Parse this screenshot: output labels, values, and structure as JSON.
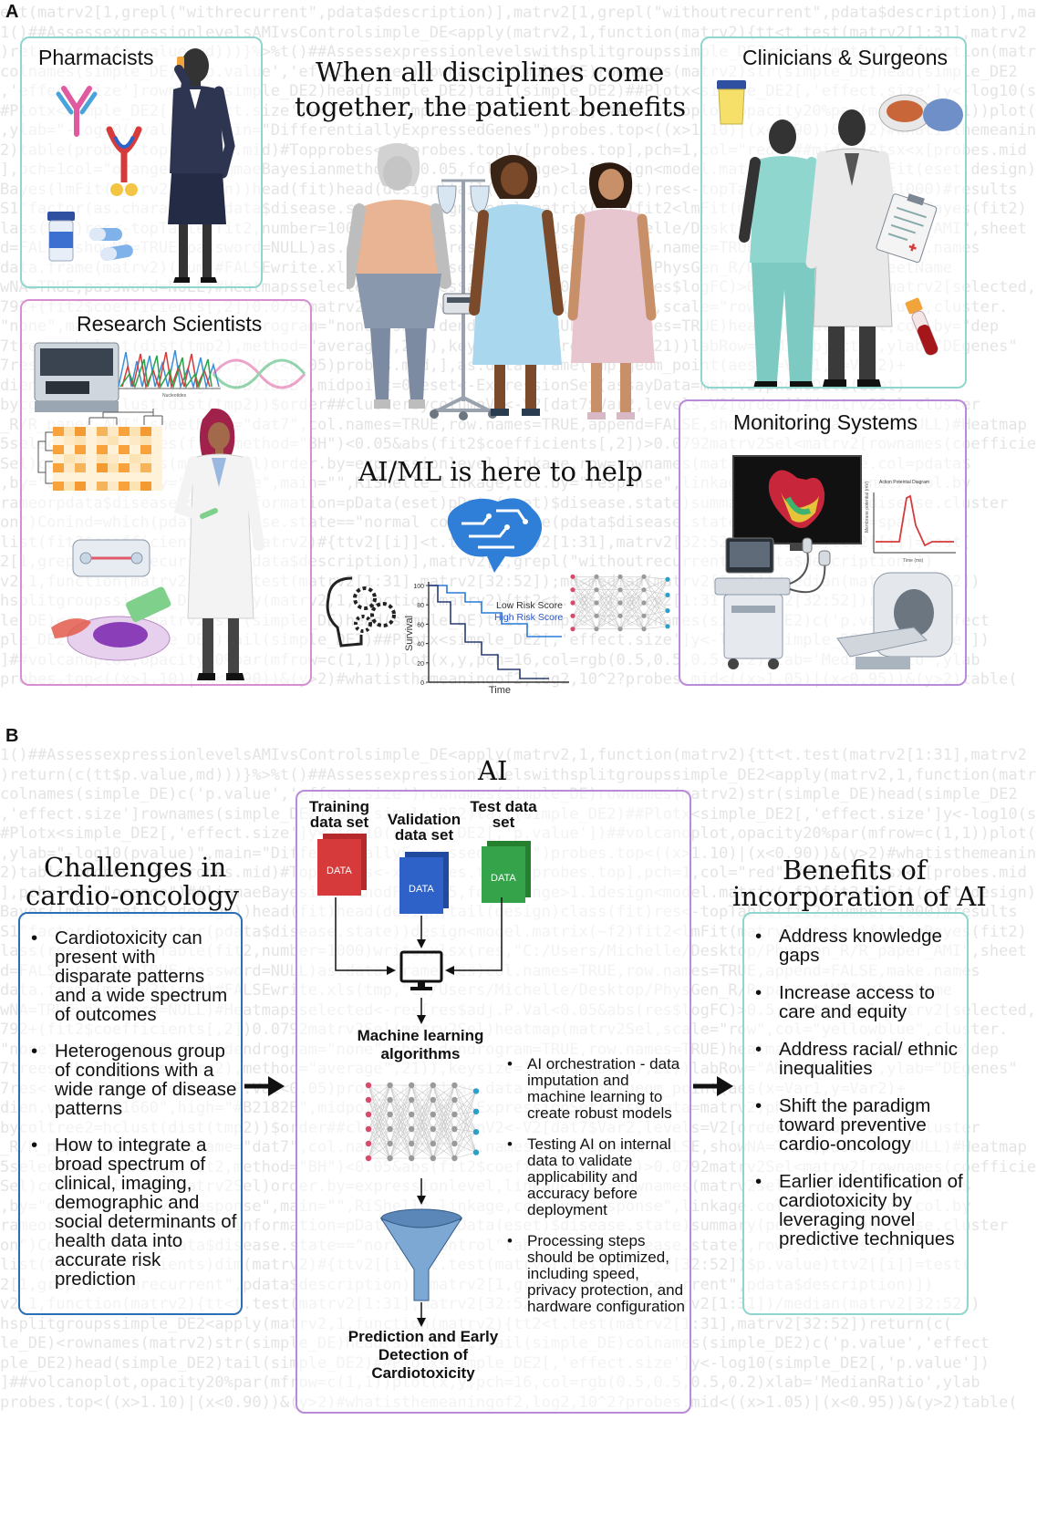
{
  "background_code": [
    "est(matrv2[1,grepl(\"withrecurrent\",pdata$description)],matrv2[1,grepl(\"withoutrecurrent\",pdata$description)],matrv2[1,grepl",
    "1()##AssessexpressionlevelsAMIvsControlsimple_DE<apply(matrv2,1,function(matrv2){tt<t.test(matrv2[1:31],matrv2",
    ")return(c(tt$p.value,md)))}%>%t()##Assessexpressionlevelswithsplitgroupssimple_DE2<apply(matrv2,1,function(matr",
    "colnames(simple_DE)c('p.value','effect.size')rownames(simple_DE)rownames(matrv2)str(simple_DE)head(simple_DE2",
    ",'effect.size']rownames(simple_DE2)head(simple_DE2)tail(simple_DE2)##Plotx<simple_DE2[,'effect.size']y<-log10(si",
    "#Plotx<simple_DE2[,'effect.size']y<-log10(simple_DE2[,'p.value'])##volcanoplot,opacity20%par(mfrow=c(1,1))plot(x",
    ",ylab=\"-log10(pvalue)\",main=\"DifferentiallyExpressedGenes\")probes.top<((x>1.10)|(x<0.90))&(y>2)#whatisthemeaning",
    "2)table(probes.top)probes.mid)#Topprobes<-x[probes.top]y[probes.top],pch=1,col=\"red\")##midpointsx<x[probes.mid",
    "],pch=1col=\"orange\")##limmaeBayesianmethodFDR0.05,foldchange>1.1design<model.matrix(~f2)fit2<lmFit(eset,design)",
    "Bayes(lmFit(matrv2,design))head(fit)head(design)tail(design)class(fit)res<-topTable(fit2,number=1000)#results",
    "S1\"factor(as.character(pdata$disease.state))design<model.matrix(~f2)fit2<lmFit(matrv2,design)fit2<eBayes(fit2)",
    "lass(res)res<-topTable(fit2,number=1000)write.xlsx(res,\"C:/Users/Michelle/Desktop/PhysGen_R/R_paper_AMI\",sheet",
    "d=FALSE,showNA=TRUE,password=NULL)as.data.frame(res)col.names=TRUE,row.names=TRUE,append=FALSE,make.names",
    "data.frame(matrv2)(sum)#FALSEwrite.xls(tmp,\"C:/Users/Michelle/Desktop/PhysGen_R/R_paper_AMI\",sheetName",
    "wNA=TRUE,password=NULL)#Heatmapsselected<-res[res$adj.P.Val<0.05&abs(res$logFC)>0.5,]matrv2sel<matrv2[selected,]",
    "792+(fit2$coefficients[,2])0.0792matrv2Sel(matrv2Sel)heatmap(matrv2Sel,scale=\"row\",col=\"yellowblue\",cluster.",
    "\"none\",main=\"none\",show.dendrogram=\"none\",show.dendrogram=TRUE,row.names=TRUE)heatmap(matrv2sel,col.by=\"dep",
    "7trees<-hclust(dist(tmp2),method=\"average\",21)),keysize=1,margins=c(7,21))labRow=\"AMISubjects\",ylab=\"DEgenes\"",
    "7res<-subset(res,res$adj.P.Val<0.05)probes.mid,],as.data.frame(tmp)geom_point(aes(x=Var1,y=Var2)+",
    "dien.value=\"21660\",high=\"#B2182B\",midpoint=0)eset<-ExpressionSet(assayData=matrv2)phenoData(eset)",
    "bycoltree2=hclust(dist(tmp2))$order##clusterbycolumnV2<-V2[dat7$Var2,levels=V2[order]]#(matrv2Sel,cluster",
    "_R/R_paper_AMI\",sheetName=\"dat7\",col.names=TRUE,row.names=TRUE,append=FALSE,showNA=TRUE,password=NULL)#Heatmap",
    "5selected<-rownames(fit2,method=\"BH\")<0.05&abs(fit2$coefficients[,2])>0.0792matrv2Sel<matrv2[rownames(coefficients",
    "Sel)coln<-colnames(matrv2Sel)order.by=expressionlevel,linkage,row=rownames(matrv2sel),linkage.col=pdata$",
    ",by=\"depth\",col.by=\"response\",main=\"\",RiShelle_linkage,col.by=\"response\",linkage.col=pdata$Gender,col.by",
    "rameorpdata$disease.stateinformation=pData(eset)pData(eset)$disease.state)summary(pdata)pdatadisease.cluster",
    "on\")Conind=which(pdata$disease.state==\"normal control\"table(pdata$disease.state),rows,columns=spar",
    "list(fit2$coefficients)dim(matrv2)#{ttv2[[i]]<t.test(matrv2[1:31],matrv2[32:52])$p.value)ttv2[[i]]=test(",
    "2[1,grepl(\"withrecurrent\",pdata$description)],matrv2[1,grepl(\"withoutrecurrent\",pdata$description)])",
    "v2,1,function(matrv2){tt<t.test(matrv2[1:31],matrv2[32:52]);md<median(matrv2[1:31])/median(matrv2[32:52])",
    "hsplitgroupssimple_DE2<apply(matrv2,1,function(matrv2){tt2<t.test(matrv2[1:31],matrv2[32:52])return(c(",
    "le_DE)<rownames(matrv2)str(simple_DE)head(simple_DE)tail(simple_DE)colnames(simple_DE2)c('p.value','effect",
    "ple_DE2)head(simple_DE2)tail(simple_DE2)##Plotx<simple_DE2[,'effect.size']y<-log10(simple_DE2[,'p.value'])",
    "]##volcanoplot,opacity20%par(mfrow=c(1,1))plot(x,y,pch=16,col=rgb(0.5,0.5,0.5,0.2)xlab='MedianRatio',ylab",
    "probes.top<((x>1.10)|(x<0.90))&(y>2)#whatisthemeaningof2,log2,10^2?probes.mid<((x>1.05)|(x<0.95))&(y>2)table("
  ],
  "panel_a": {
    "letter": "A",
    "headline_line1": "When all disciplines come",
    "headline_line2": "together, the patient benefits",
    "ai_help": "AI/ML is here to help",
    "pharmacists": "Pharmacists",
    "clinicians": "Clinicians & Surgeons",
    "research": "Research Scientists",
    "monitoring": "Monitoring Systems",
    "survival_chart": {
      "ylabel": "Survival",
      "xlabel": "Time",
      "ticks": [
        "100",
        "80",
        "60",
        "40",
        "20",
        "0"
      ],
      "low_label": "Low Risk Score",
      "high_label": "High Risk Score"
    },
    "action_potential": {
      "title": "Action Potential Diagram",
      "ylabel": "Membrane potential (mV)",
      "xlabel": "Time (ms)"
    },
    "sequencer_xlabel": "Nucleotides",
    "colors": {
      "pink": "#d68fd0",
      "teal": "#8fd6cf",
      "purple": "#b98ad8",
      "blue": "#2f7fd8"
    }
  },
  "panel_b": {
    "letter": "B",
    "challenges_title_1": "Challenges in",
    "challenges_title_2": "cardio-oncology",
    "challenges": [
      "Cardiotoxicity can present with disparate patterns and a wide spectrum of outcomes",
      "Heterogenous group of conditions with a wide range of disease patterns",
      "How to integrate a broad spectrum of clinical, imaging, demographic and social determinants of health data into accurate risk prediction"
    ],
    "ai_title": "AI",
    "training": "Training data set",
    "validation": "Validation data set",
    "test": "Test data set",
    "data_label": "DATA",
    "ml_label": "Machine learning algorithms",
    "prediction": "Prediction and Early Detection of Cardiotoxicity",
    "ai_points": [
      "AI orchestration - data imputation and machine learning to create robust models",
      "Testing AI on internal data to validate applicability and accuracy before deployment",
      "Processing steps should be optimized, including speed, privacy protection, and hardware configuration"
    ],
    "benefits_title_1": "Benefits of",
    "benefits_title_2": "incorporation of AI",
    "benefits": [
      "Address knowledge gaps",
      "Increase access to care and equity",
      "Address racial/ ethnic inequalities",
      "Shift the paradigm toward preventive cardio-oncology",
      "Earlier identification of cardiotoxicity by leveraging novel predictive techniques"
    ],
    "colors": {
      "red_doc": "#d63a3a",
      "blue_doc": "#2f62c8",
      "green_doc": "#34a34a",
      "box_blue": "#2a6fb5",
      "box_teal": "#8fd6cf",
      "box_purple": "#b98ad8"
    }
  }
}
